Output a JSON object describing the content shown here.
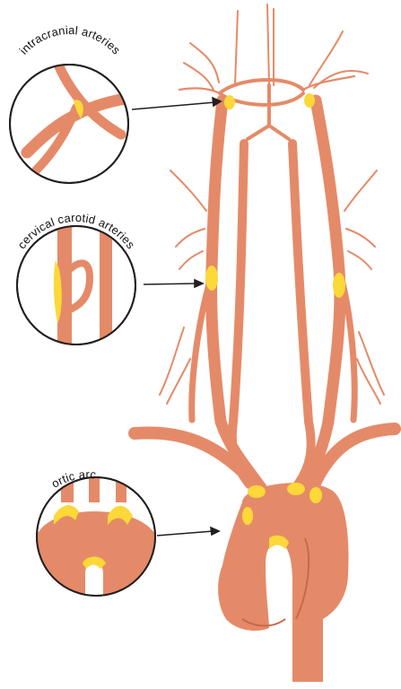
{
  "labels": {
    "intracranial": "intracranial arteries",
    "cervical": "cervical carotid arteries",
    "aortic": "aortic arch"
  },
  "colors": {
    "artery": "#e58a68",
    "artery_dark": "#c8694a",
    "plaque": "#fcd838",
    "outline": "#231f20",
    "arrow": "#231f20"
  }
}
